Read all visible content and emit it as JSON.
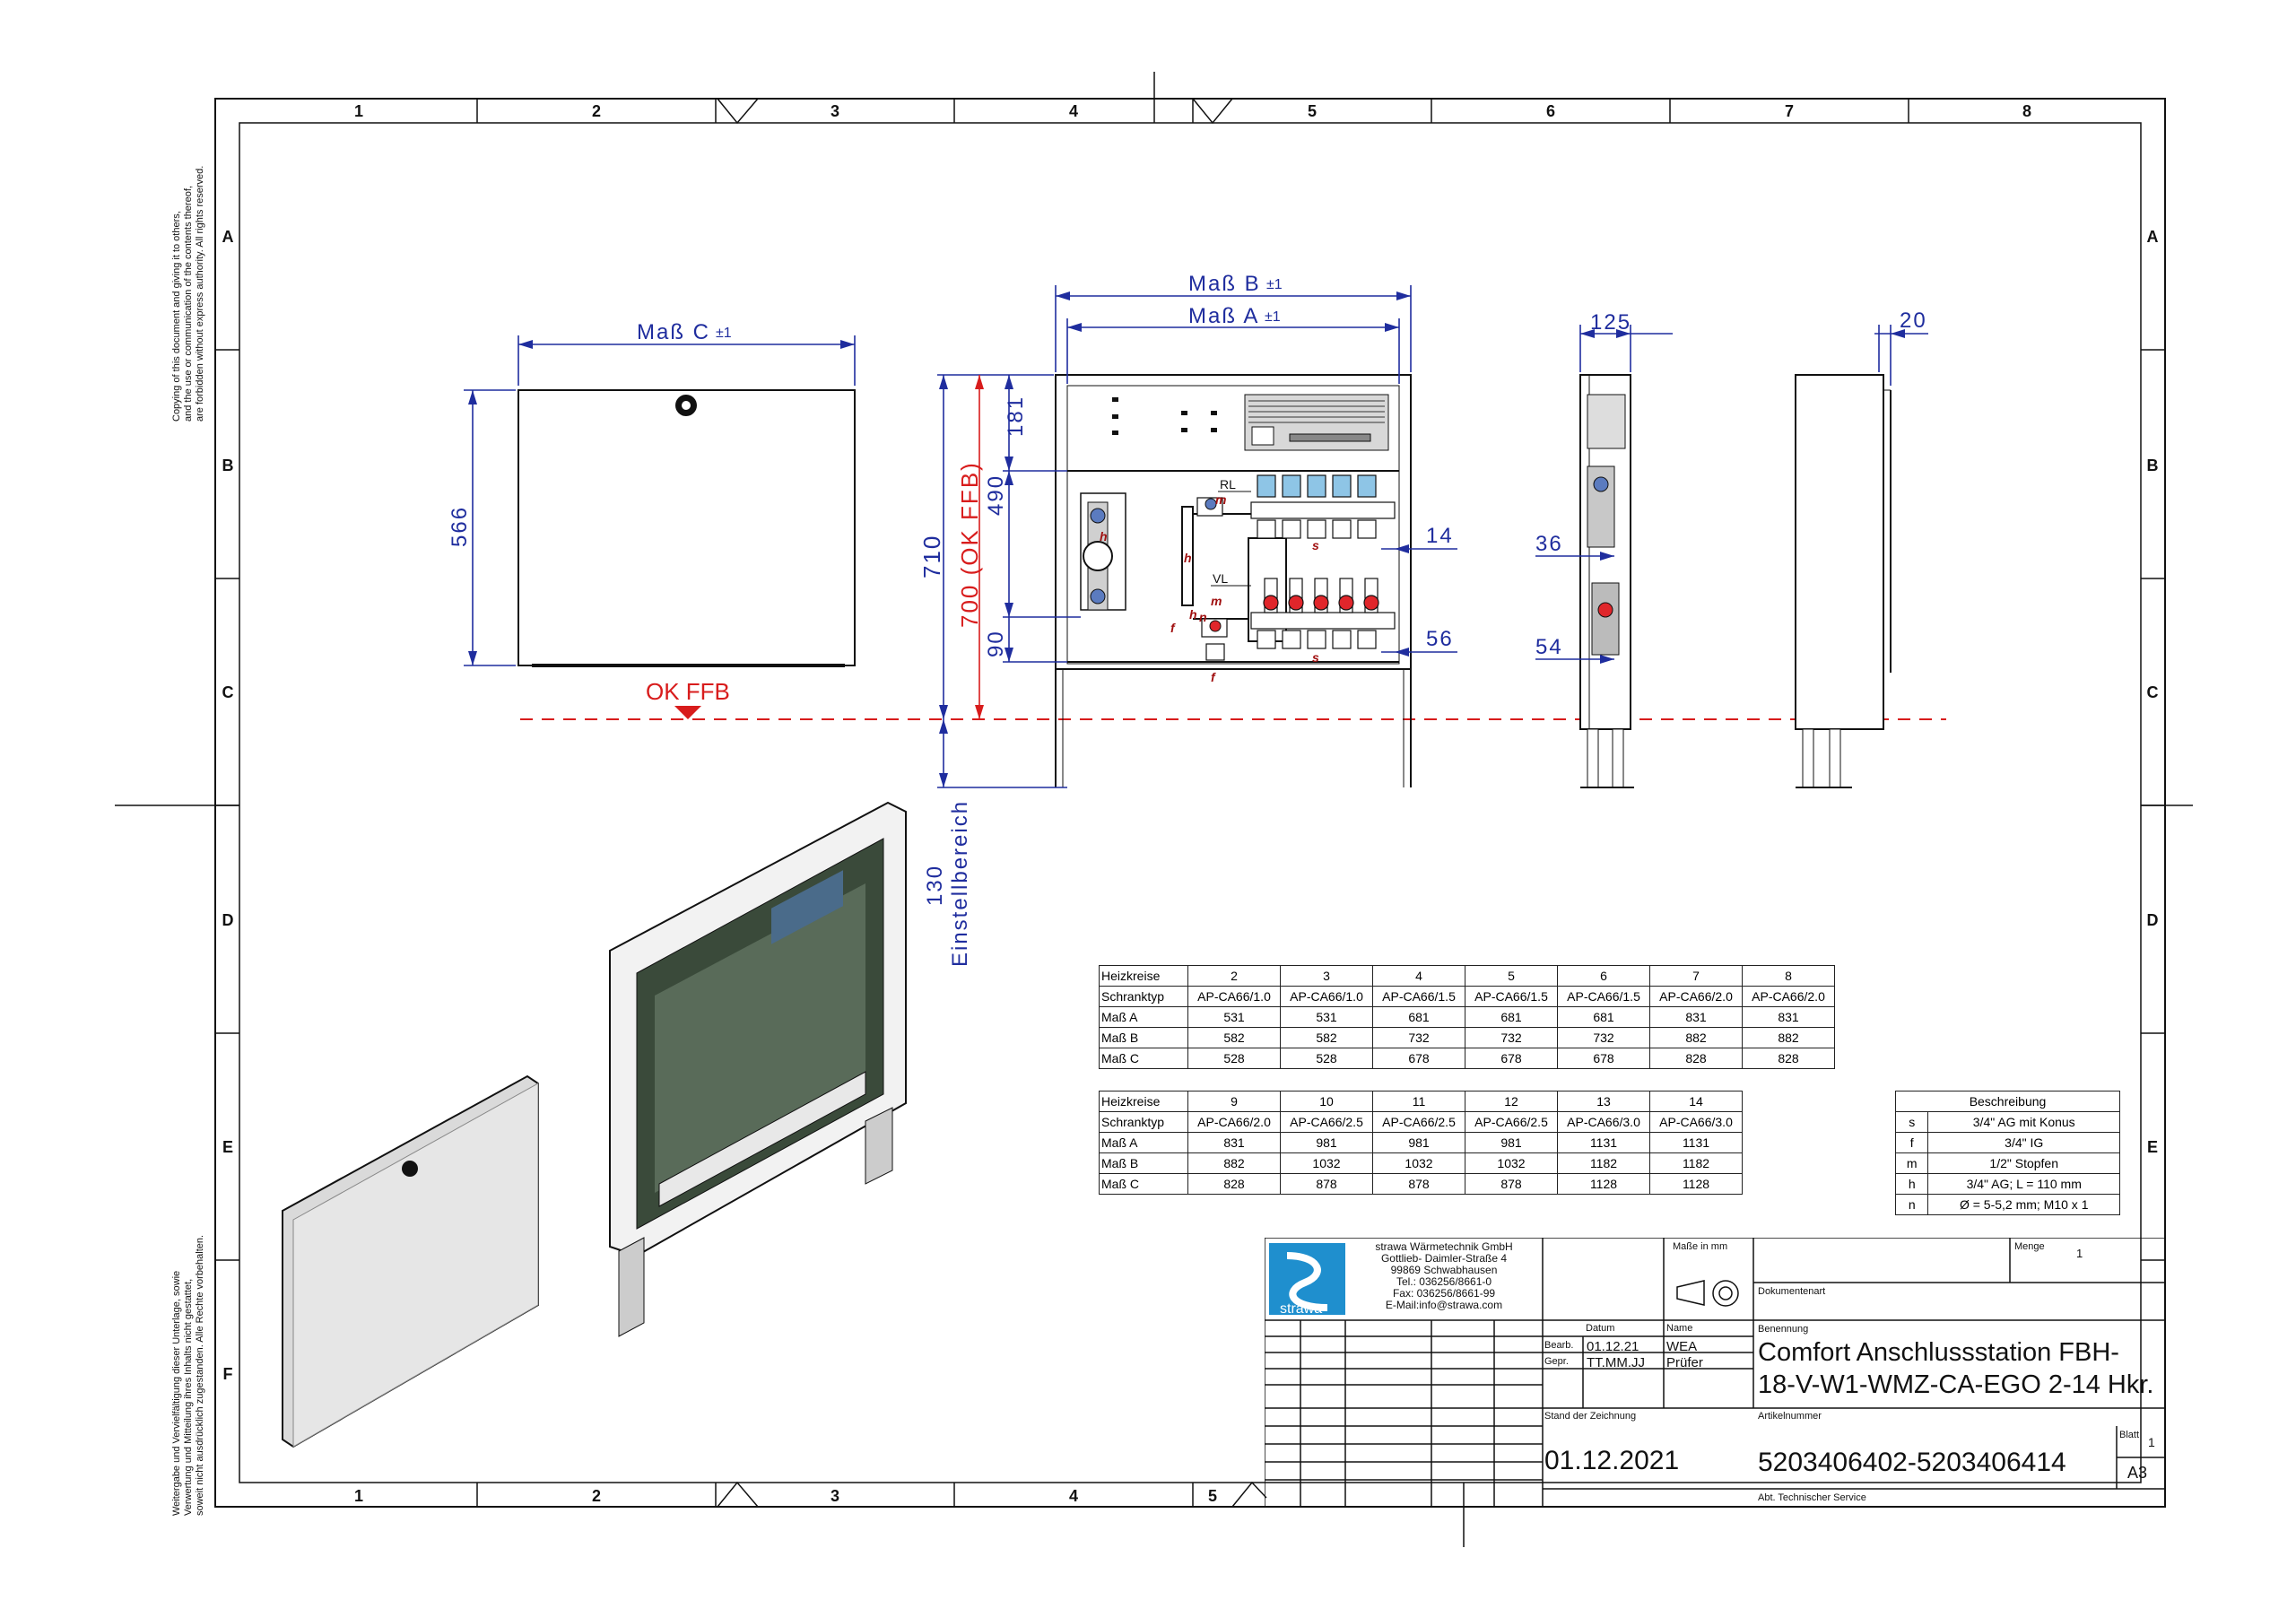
{
  "frame": {
    "columns": [
      "1",
      "2",
      "3",
      "4",
      "5",
      "6",
      "7",
      "8"
    ],
    "columns_bottom": [
      "1",
      "2",
      "3",
      "4",
      "5"
    ],
    "rows": [
      "A",
      "B",
      "C",
      "D",
      "E",
      "F"
    ]
  },
  "side_notes": {
    "copyright_en_1": "Copying of this document and giving it to others,",
    "copyright_en_2": "and the use or communication of the contents thereof,",
    "copyright_en_3": "are forbidden without express authority. All rights reserved.",
    "copyright_de_1": "Weitergabe und Vervielfältigung dieser Unterlage, sowie",
    "copyright_de_2": "Verwertung und Mitteilung ihres Inhalts nicht gestattet,",
    "copyright_de_3": "soweit nicht ausdrücklich zugestanden. Alle Rechte vorbehalten."
  },
  "dimensions": {
    "mass_c": "Maß C",
    "mass_b": "Maß B",
    "mass_a": "Maß A",
    "tol": "±1",
    "d566": "566",
    "d710": "710",
    "d700": "700 (OK FFB)",
    "d181": "181",
    "d490": "490",
    "d90": "90",
    "d14": "14",
    "d56": "56",
    "d125": "125",
    "d20": "20",
    "d36": "36",
    "d54": "54",
    "d130": "130",
    "einstell": "Einstellbereich",
    "ok_ffb": "OK FFB",
    "rl": "RL",
    "vl": "VL",
    "m1": "m",
    "m2": "m",
    "h1": "h",
    "h2": "h",
    "h3": "h",
    "n1": "n",
    "f1": "f",
    "f2": "f",
    "s1": "s",
    "s2": "s"
  },
  "table1": {
    "rows": [
      [
        "Heizkreise",
        "2",
        "3",
        "4",
        "5",
        "6",
        "7",
        "8"
      ],
      [
        "Schranktyp",
        "AP-CA66/1.0",
        "AP-CA66/1.0",
        "AP-CA66/1.5",
        "AP-CA66/1.5",
        "AP-CA66/1.5",
        "AP-CA66/2.0",
        "AP-CA66/2.0"
      ],
      [
        "Maß A",
        "531",
        "531",
        "681",
        "681",
        "681",
        "831",
        "831"
      ],
      [
        "Maß B",
        "582",
        "582",
        "732",
        "732",
        "732",
        "882",
        "882"
      ],
      [
        "Maß C",
        "528",
        "528",
        "678",
        "678",
        "678",
        "828",
        "828"
      ]
    ]
  },
  "table2": {
    "rows": [
      [
        "Heizkreise",
        "9",
        "10",
        "11",
        "12",
        "13",
        "14"
      ],
      [
        "Schranktyp",
        "AP-CA66/2.0",
        "AP-CA66/2.5",
        "AP-CA66/2.5",
        "AP-CA66/2.5",
        "AP-CA66/3.0",
        "AP-CA66/3.0"
      ],
      [
        "Maß A",
        "831",
        "981",
        "981",
        "981",
        "1131",
        "1131"
      ],
      [
        "Maß B",
        "882",
        "1032",
        "1032",
        "1032",
        "1182",
        "1182"
      ],
      [
        "Maß C",
        "828",
        "878",
        "878",
        "878",
        "1128",
        "1128"
      ]
    ]
  },
  "legend": {
    "title": "Beschreibung",
    "rows": [
      [
        "s",
        "3/4\" AG mit Konus"
      ],
      [
        "f",
        "3/4\" IG"
      ],
      [
        "m",
        "1/2\" Stopfen"
      ],
      [
        "h",
        "3/4\" AG; L = 110 mm"
      ],
      [
        "n",
        "Ø = 5-5,2 mm; M10 x 1"
      ]
    ]
  },
  "title_block": {
    "company_1": "strawa Wärmetechnik GmbH",
    "company_2": "Gottlieb- Daimler-Straße 4",
    "company_3": "99869 Schwabhausen",
    "company_4": "Tel.: 036256/8661-0",
    "company_5": "Fax: 036256/8661-99",
    "company_6": "E-Mail:info@strawa.com",
    "logo_text": "strawa",
    "masse_label": "Maße in mm",
    "menge_label": "Menge",
    "menge_value": "1",
    "dokumentenart_label": "Dokumentenart",
    "datum_label": "Datum",
    "name_label": "Name",
    "benennung_label": "Benennung",
    "bearb_label": "Bearb.",
    "bearb_date": "01.12.21",
    "bearb_name": "WEA",
    "gepr_label": "Gepr.",
    "gepr_date": "TT.MM.JJ",
    "gepr_name": "Prüfer",
    "title_line1": "Comfort Anschlussstation FBH-",
    "title_line2": "18-V-W1-WMZ-CA-EGO 2-14 Hkr.",
    "stand_label": "Stand der Zeichnung",
    "stand_value": "01.12.2021",
    "artikel_label": "Artikelnummer",
    "artikel_value": "5203406402-5203406414",
    "blatt_label": "Blatt",
    "blatt_value": "1",
    "format_value": "A3",
    "abt_label": "Abt. Technischer Service"
  }
}
